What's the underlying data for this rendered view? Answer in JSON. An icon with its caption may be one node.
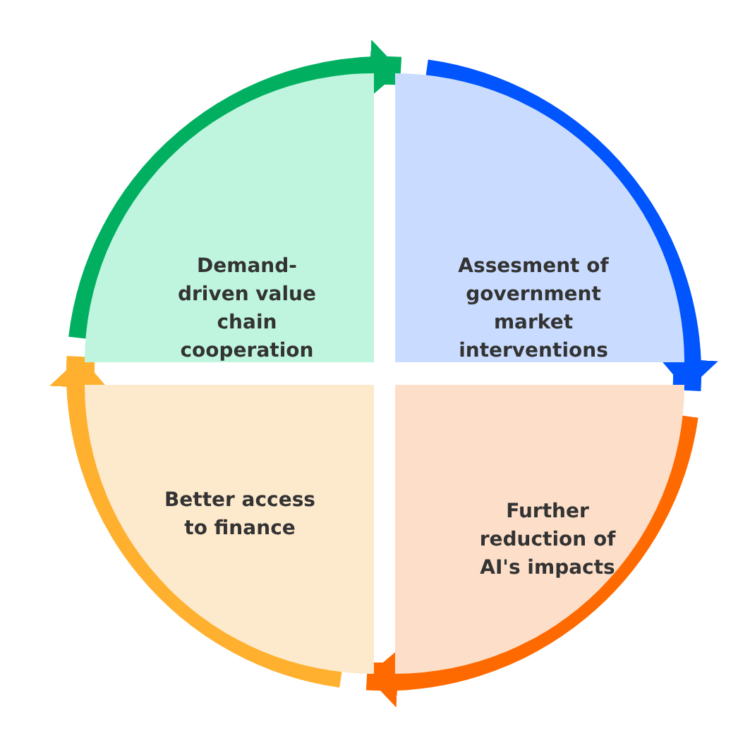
{
  "diagram": {
    "nodes": [
      {
        "text": [
          "Demand-driven value chain cooperation"
        ]
      },
      {
        "text": [
          "Assesment of government market interventions"
        ]
      },
      {
        "text": [
          "Better access to finance"
        ]
      },
      {
        "text": [
          "Further reduction of AI's impacts"
        ]
      }
    ],
    "edges": [
      {
        "from": 0,
        "to": 1,
        "arrow": "to",
        "color": "#00b060"
      },
      {
        "from": 1,
        "to": 3,
        "arrow": "to",
        "color": "#0055ff"
      },
      {
        "from": 3,
        "to": 2,
        "arrow": "to",
        "color": "#ff6a00"
      },
      {
        "from": 2,
        "to": 0,
        "arrow": "to",
        "color": "#ffb02e"
      }
    ]
  }
}
